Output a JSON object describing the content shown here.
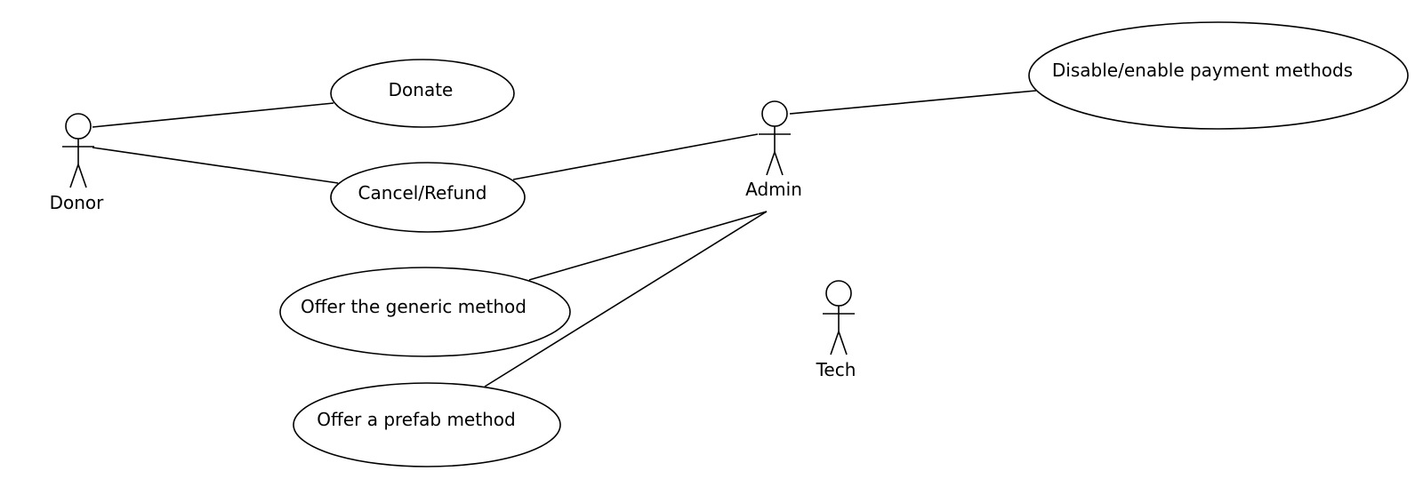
{
  "diagram": {
    "actors": {
      "donor": {
        "label": "Donor"
      },
      "admin": {
        "label": "Admin"
      },
      "tech": {
        "label": "Tech"
      }
    },
    "use_cases": {
      "donate": {
        "label": "Donate"
      },
      "cancel_refund": {
        "label": "Cancel/Refund"
      },
      "disable_enable": {
        "label": "Disable/enable payment methods"
      },
      "offer_generic": {
        "label": "Offer the generic method"
      },
      "offer_prefab": {
        "label": "Offer a prefab method"
      }
    },
    "associations": [
      {
        "from": "Donor",
        "to": "Donate"
      },
      {
        "from": "Donor",
        "to": "Cancel/Refund"
      },
      {
        "from": "Admin",
        "to": "Cancel/Refund"
      },
      {
        "from": "Admin",
        "to": "Disable/enable payment methods"
      },
      {
        "from": "Admin",
        "to": "Offer the generic method"
      },
      {
        "from": "Admin",
        "to": "Offer a prefab method"
      }
    ]
  }
}
